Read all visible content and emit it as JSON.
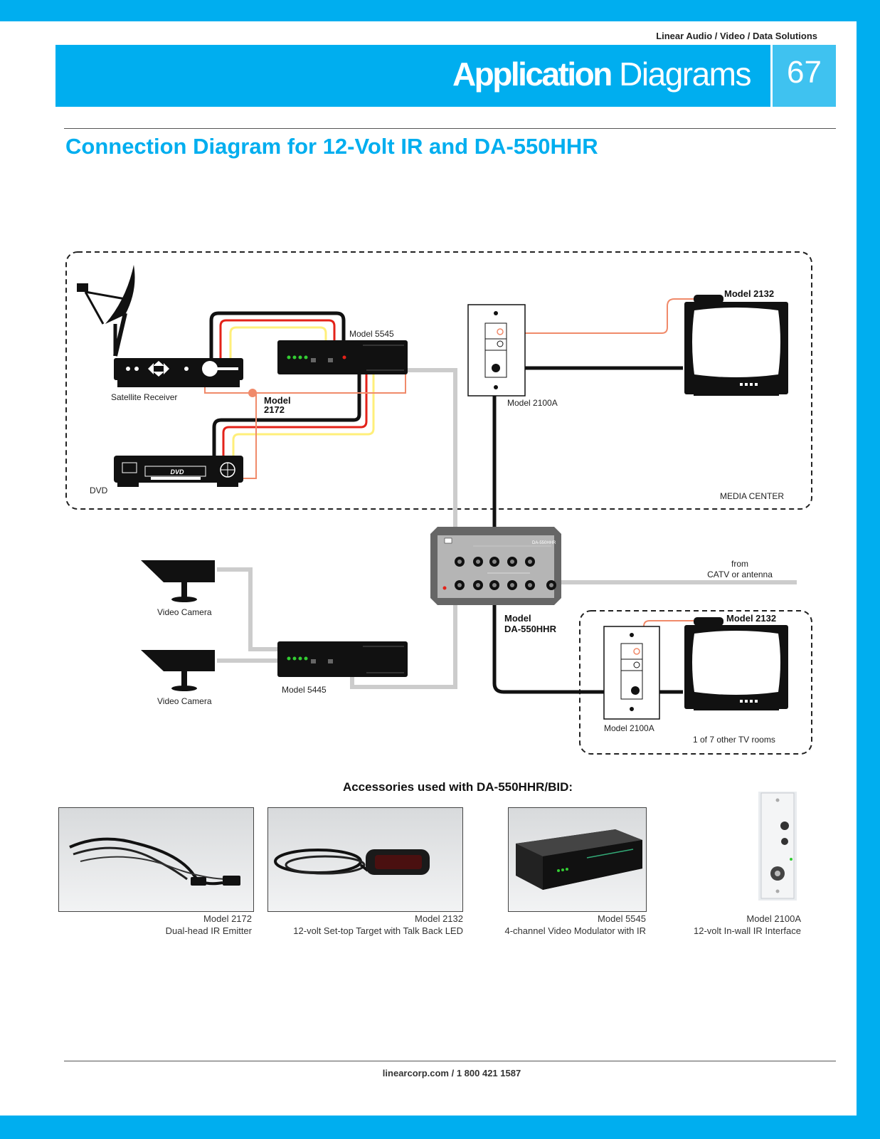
{
  "header": {
    "tagline": "Linear Audio / Video / Data Solutions",
    "title_bold": "Application",
    "title_light": "Diagrams",
    "page_number": "67"
  },
  "section_title": "Connection Diagram for 12-Volt IR and DA-550HHR",
  "diagram": {
    "labels": {
      "satellite": "Satellite Receiver",
      "dvd_label": "DVD",
      "dvd_logo": "DVD",
      "model_5545": "Model 5545",
      "model_2172": "Model\n2172",
      "model_2100a_top": "Model 2100A",
      "model_2132_top": "Model 2132",
      "media_center": "MEDIA CENTER",
      "da_model": "Model\nDA-550HHR",
      "da_panel": "DA-550HHR",
      "catv": "from\nCATV or antenna",
      "camera1": "Video Camera",
      "camera2": "Video Camera",
      "model_5445": "Model 5445",
      "model_2100a_bottom": "Model 2100A",
      "model_2132_bottom": "Model 2132",
      "tv_rooms": "1 of 7 other TV rooms"
    }
  },
  "accessories": {
    "title": "Accessories used with DA-550HHR/BID:",
    "items": [
      {
        "model": "Model 2172",
        "desc": "Dual-head IR Emitter"
      },
      {
        "model": "Model 2132",
        "desc": "12-volt Set-top Target with Talk Back LED"
      },
      {
        "model": "Model 5545",
        "desc": "4-channel Video Modulator with IR"
      },
      {
        "model": "Model 2100A",
        "desc": "12-volt In-wall IR Interface"
      }
    ]
  },
  "footer": "linearcorp.com / 1 800 421 1587",
  "colors": {
    "brand_blue": "#00aeef",
    "ir_wire": "#f08a6a",
    "red_wire": "#e32219",
    "yellow_wire": "#ffef7a",
    "coax_grey": "#cccccc"
  }
}
